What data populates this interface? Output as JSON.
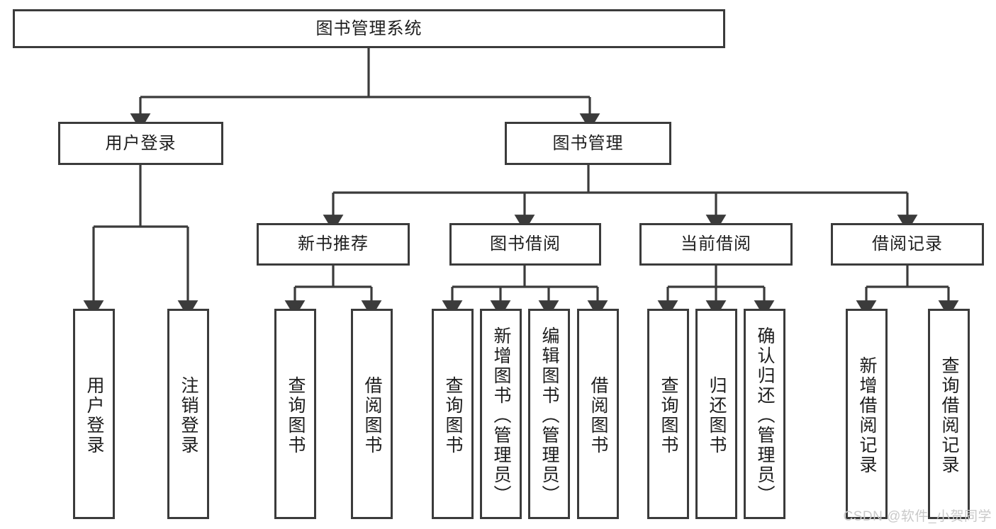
{
  "diagram": {
    "title": "图书管理系统",
    "type": "tree-hierarchy-chart",
    "colors": {
      "stroke": "#3b3b3b",
      "fill": "#ffffff",
      "text": "#1d1d1d",
      "watermark": "#c9c9c9"
    },
    "root": {
      "label": "图书管理系统"
    },
    "level2": [
      {
        "label": "用户登录"
      },
      {
        "label": "图书管理"
      }
    ],
    "level3": [
      {
        "label": "新书推荐"
      },
      {
        "label": "图书借阅"
      },
      {
        "label": "当前借阅"
      },
      {
        "label": "借阅记录"
      }
    ],
    "leaves": {
      "user_login": [
        {
          "label": "用户登录"
        },
        {
          "label": "注销登录"
        }
      ],
      "new_book_recommend": [
        {
          "label": "查询图书"
        },
        {
          "label": "借阅图书"
        }
      ],
      "book_borrow": [
        {
          "label": "查询图书"
        },
        {
          "label": "新增图书（管理员）"
        },
        {
          "label": "编辑图书（管理员）"
        },
        {
          "label": "借阅图书"
        }
      ],
      "current_borrow": [
        {
          "label": "查询图书"
        },
        {
          "label": "归还图书"
        },
        {
          "label": "确认归还（管理员）"
        }
      ],
      "borrow_record": [
        {
          "label": "新增借阅记录"
        },
        {
          "label": "查询借阅记录"
        }
      ]
    }
  },
  "watermark": {
    "text": "CSDN @软件_小贺同学"
  }
}
